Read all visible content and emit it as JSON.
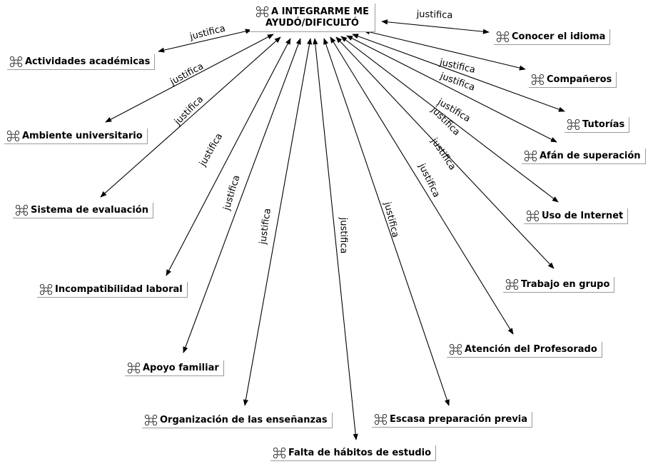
{
  "center": {
    "line1": "A INTEGRARME ME",
    "line2": "AYUDÓ/DIFICULTÓ",
    "icon": "concept-map-icon"
  },
  "edge_label": "justifica",
  "nodes": [
    {
      "id": "actividades",
      "label": "Actividades académicas",
      "icon": "concept-map-icon"
    },
    {
      "id": "ambiente",
      "label": "Ambiente universitario",
      "icon": "concept-map-icon"
    },
    {
      "id": "sistema",
      "label": "Sistema de evaluación",
      "icon": "concept-map-icon"
    },
    {
      "id": "incompatibilidad",
      "label": "Incompatibilidad laboral",
      "icon": "concept-map-icon"
    },
    {
      "id": "apoyo",
      "label": "Apoyo familiar",
      "icon": "concept-map-icon"
    },
    {
      "id": "organizacion",
      "label": "Organización de las enseñanzas",
      "icon": "concept-map-icon"
    },
    {
      "id": "falta",
      "label": "Falta de hábitos de estudio",
      "icon": "concept-map-icon"
    },
    {
      "id": "escasa",
      "label": "Escasa preparación previa",
      "icon": "concept-map-icon"
    },
    {
      "id": "atencion",
      "label": "Atención del Profesorado",
      "icon": "concept-map-icon"
    },
    {
      "id": "trabajo",
      "label": "Trabajo en grupo",
      "icon": "concept-map-icon"
    },
    {
      "id": "internet",
      "label": "Uso de Internet",
      "icon": "concept-map-icon"
    },
    {
      "id": "afan",
      "label": "Afán de superación",
      "icon": "concept-map-icon"
    },
    {
      "id": "tutorias",
      "label": "Tutorías",
      "icon": "concept-map-icon"
    },
    {
      "id": "companeros",
      "label": "Compañeros",
      "icon": "concept-map-icon"
    },
    {
      "id": "idioma",
      "label": "Conocer el idioma",
      "icon": "concept-map-icon"
    }
  ]
}
